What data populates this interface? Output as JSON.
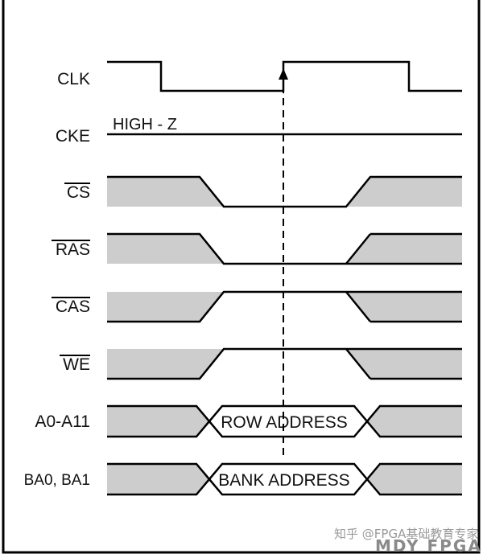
{
  "signals": {
    "clk": "CLK",
    "cke": "CKE",
    "cs": "CS",
    "ras": "RAS",
    "cas": "CAS",
    "we": "WE",
    "addr": "A0-A11",
    "bank": "BA0, BA1"
  },
  "cke_note": "HIGH - Z",
  "bus_values": {
    "row": "ROW ADDRESS",
    "bank": "BANK ADDRESS"
  },
  "watermark": {
    "text": "知乎 @FPGA基础教育专家",
    "brand": "MDY FPGA"
  }
}
